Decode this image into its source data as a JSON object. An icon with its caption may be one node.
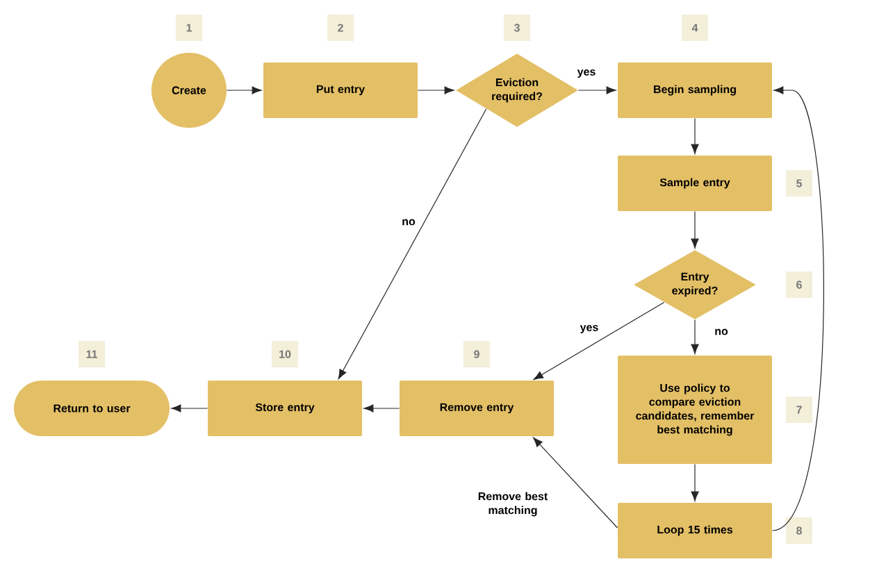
{
  "diagram": {
    "nodes": [
      {
        "text": [
          "Create"
        ],
        "beside": [
          "1"
        ]
      },
      {
        "text": [
          "Put entry"
        ],
        "beside": [
          "2"
        ]
      },
      {
        "text": [
          "Eviction required?"
        ],
        "beside": [
          "3"
        ]
      },
      {
        "text": [
          "Begin sampling"
        ],
        "beside": [
          "4"
        ]
      },
      {
        "text": [
          "Sample entry"
        ],
        "beside": [
          "5"
        ]
      },
      {
        "text": [
          "Entry expired?"
        ],
        "beside": [
          "6"
        ]
      },
      {
        "text": [
          "Use policy to compare eviction candidates, remember best matching"
        ],
        "beside": [
          "7"
        ]
      },
      {
        "text": [
          "Loop 15 times"
        ],
        "beside": [
          "8"
        ]
      },
      {
        "text": [
          "Remove entry"
        ],
        "beside": [
          "9"
        ]
      },
      {
        "text": [
          "Store entry"
        ],
        "beside": [
          "10"
        ]
      },
      {
        "text": [
          "Return to user"
        ],
        "beside": [
          "11"
        ]
      }
    ],
    "edges": [
      {
        "from": 0,
        "to": 1,
        "arrow": "to"
      },
      {
        "from": 1,
        "to": 2,
        "arrow": "to"
      },
      {
        "from": 2,
        "to": 3,
        "arrow": "to",
        "label": "yes"
      },
      {
        "from": 2,
        "to": 9,
        "arrow": "to",
        "label": "no"
      },
      {
        "from": 3,
        "to": 4,
        "arrow": "to"
      },
      {
        "from": 4,
        "to": 5,
        "arrow": "to"
      },
      {
        "from": 5,
        "to": 8,
        "arrow": "to",
        "label": "yes"
      },
      {
        "from": 5,
        "to": 6,
        "arrow": "to",
        "label": "no"
      },
      {
        "from": 6,
        "to": 7,
        "arrow": "to"
      },
      {
        "from": 7,
        "to": 8,
        "arrow": "to",
        "label": "Remove best matching"
      },
      {
        "from": 7,
        "to": 3,
        "arrow": "to"
      },
      {
        "from": 8,
        "to": 9,
        "arrow": "to"
      },
      {
        "from": 9,
        "to": 10,
        "arrow": "to"
      }
    ]
  }
}
